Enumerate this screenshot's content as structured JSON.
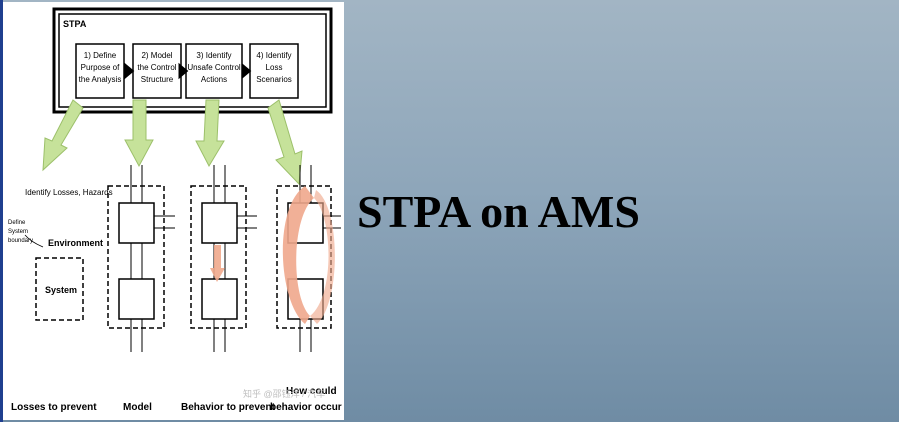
{
  "slide": {
    "title": "STPA on AMS"
  },
  "diagram": {
    "header": "STPA",
    "steps": [
      [
        "1) Define",
        "Purpose of",
        "the Analysis"
      ],
      [
        "2) Model",
        "the Control",
        "Structure"
      ],
      [
        "3) Identify",
        "Unsafe Control",
        "Actions"
      ],
      [
        "4) Identify",
        "Loss",
        "Scenarios"
      ]
    ],
    "identify_label": "Identify Losses, Hazards",
    "define_label": [
      "Define",
      "System",
      "boundary"
    ],
    "environment_label": "Environment",
    "system_label": "System",
    "bottom_labels": [
      "Losses to prevent",
      "Model",
      "Behavior to prevent",
      "How could",
      "behavior occur"
    ],
    "watermark": "知乎 @邵钰洋 / 汽车"
  },
  "colors": {
    "arrow_green": "#c6e29a",
    "highlight": "#f0a88c",
    "accent_edge": "#1f3f8f"
  }
}
